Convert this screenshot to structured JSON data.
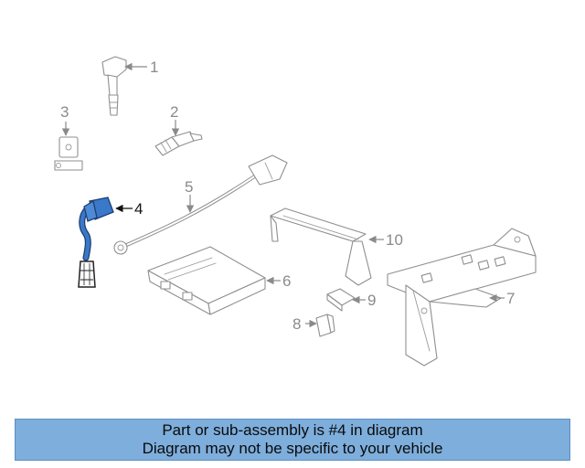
{
  "callouts": {
    "c1": "1",
    "c2": "2",
    "c3": "3",
    "c4": "4",
    "c5": "5",
    "c6": "6",
    "c7": "7",
    "c8": "8",
    "c9": "9",
    "c10": "10"
  },
  "highlighted_part": "4",
  "colors": {
    "highlight": "#3a78c9",
    "outline": "#8f8f8f",
    "banner": "#7eaedc"
  },
  "banner": {
    "line1": "Part or sub-assembly is #4 in diagram",
    "line2": "Diagram may not be specific to your vehicle"
  }
}
